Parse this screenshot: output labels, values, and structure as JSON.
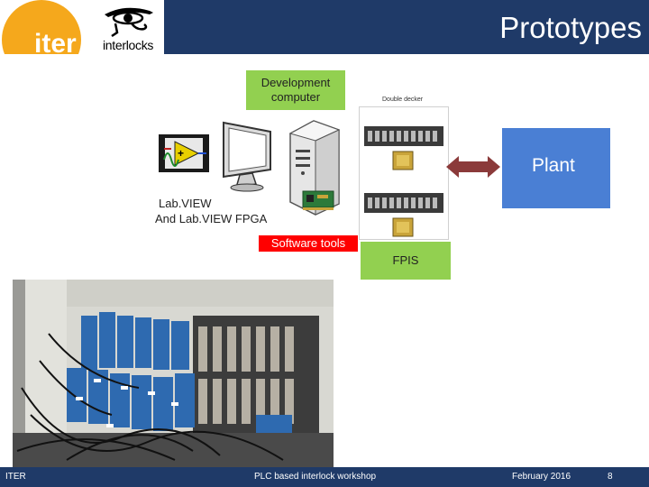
{
  "header": {
    "title": "Prototypes",
    "logo_iter_text": "iter",
    "logo_interlocks_text": "interlocks"
  },
  "diagram": {
    "development_box": "Development computer",
    "labview_line1": "Lab.VIEW",
    "labview_line2": "And Lab.VIEW FPGA",
    "software_tools": "Software tools",
    "double_decker": "Double decker",
    "fpis_box": "FPIS",
    "plant_box": "Plant"
  },
  "footer": {
    "left": "ITER",
    "center": "PLC based interlock workshop",
    "date": "February 2016",
    "page": "8"
  },
  "colors": {
    "header_bar": "#1f3a68",
    "green_box": "#92d050",
    "plant_blue": "#4a7fd4",
    "software_red": "#ff0000",
    "arrow_brown": "#8b3a3a",
    "iter_orange": "#f5a81c"
  }
}
